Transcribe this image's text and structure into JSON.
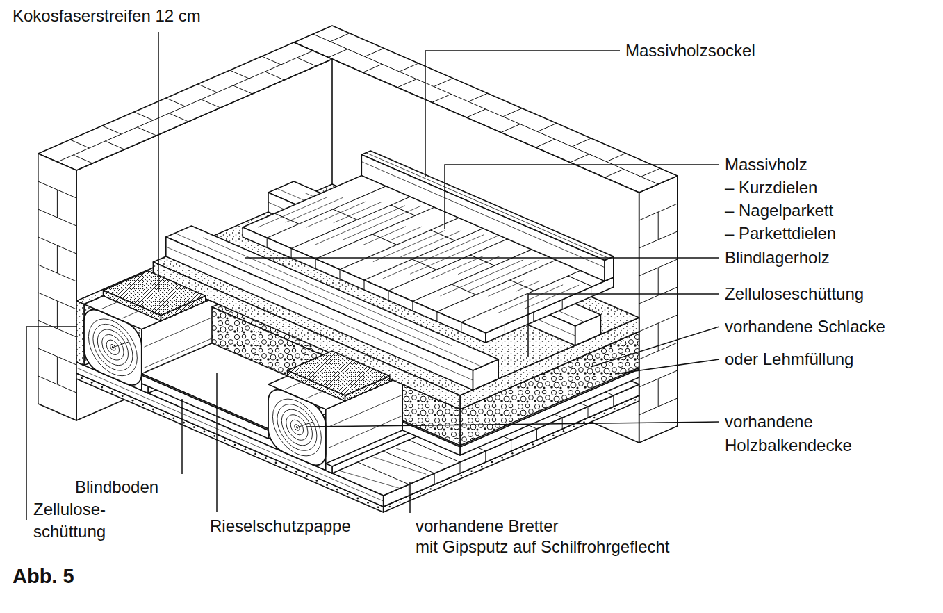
{
  "diagram": {
    "caption": "Abb. 5",
    "labels": [
      "Kokosfaserstreifen 12 cm",
      "Massivholzsockel",
      "Massivholz",
      "– Kurzdielen",
      "– Nagelparkett",
      "– Parkettdielen",
      "Blindlagerholz",
      "Zelluloseschüttung",
      "vorhandene Schlacke",
      "oder Lehmfüllung",
      "vorhandene",
      "Holzbalkendecke",
      "Blindboden",
      "Zellulose-",
      "schüttung",
      "Rieselschutzpappe",
      "vorhandene Bretter",
      "mit Gipsputz auf Schilfrohrgeflecht"
    ]
  }
}
